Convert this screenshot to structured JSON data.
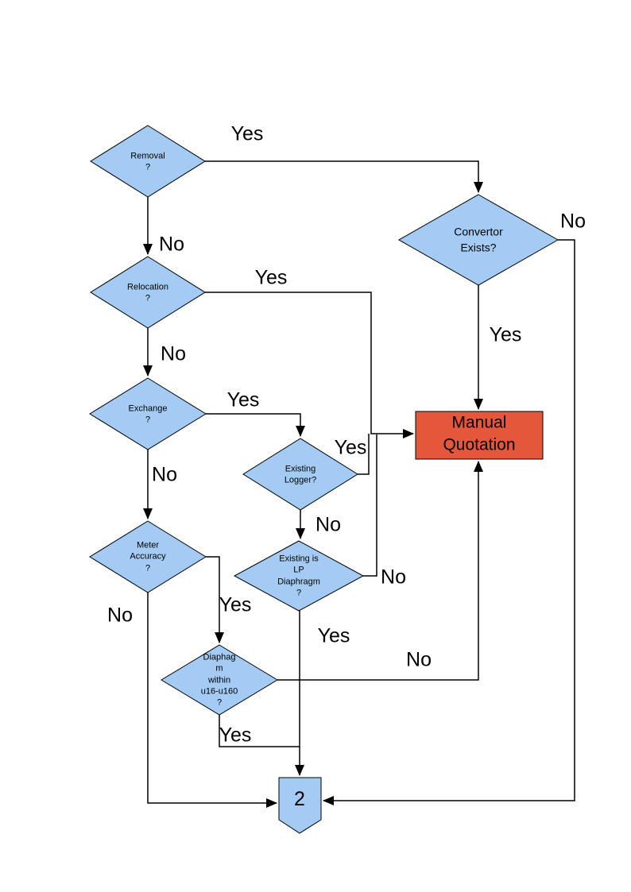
{
  "diagram": {
    "type": "flowchart",
    "colors": {
      "decision_fill": "#A4CBF4",
      "decision_stroke": "#000000",
      "action_fill": "#E5573B",
      "connector_fill": "#A4CBF4",
      "line": "#000000",
      "background": "#FFFFFF"
    }
  },
  "nodes": {
    "removal": {
      "label": "Removal\n?"
    },
    "relocation": {
      "label": "Relocation\n?"
    },
    "exchange": {
      "label": "Exchange\n?"
    },
    "meter_accuracy": {
      "label": "Meter\nAccuracy\n?"
    },
    "existing_logger": {
      "label": "Existing\nLogger?"
    },
    "existing_lp_diaphragm": {
      "label": "Existing is\nLP\nDiaphragm\n?"
    },
    "diaphragm_within_range": {
      "label": "Diaphag\nm\nwithin\nu16-u160\n?"
    },
    "convertor_exists": {
      "label": "Convertor\nExists?"
    },
    "manual_quotation": {
      "label": "Manual\nQuotation"
    },
    "offpage_connector": {
      "label": "2"
    }
  },
  "edge_labels": {
    "removal_yes": "Yes",
    "removal_no": "No",
    "relocation_yes": "Yes",
    "relocation_no": "No",
    "exchange_yes": "Yes",
    "exchange_no": "No",
    "logger_yes": "Yes",
    "logger_no": "No",
    "lp_no": "No",
    "lp_yes": "Yes",
    "meter_yes": "Yes",
    "meter_no": "No",
    "range_yes": "Yes",
    "range_no": "No",
    "convertor_yes": "Yes",
    "convertor_no": "No"
  }
}
